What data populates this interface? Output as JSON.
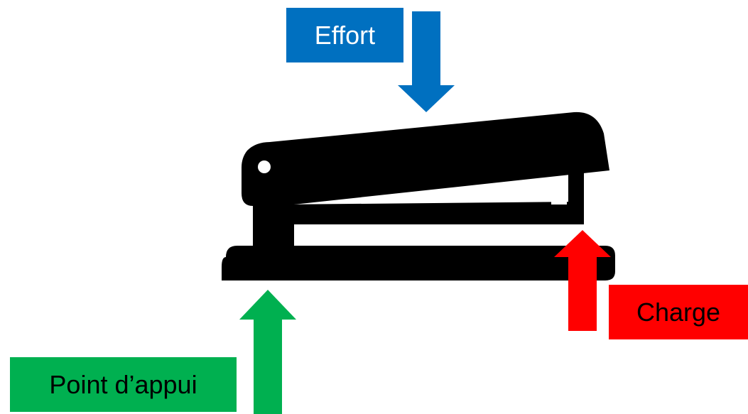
{
  "diagram": {
    "object_icon": "stapler-icon",
    "labels": {
      "effort": "Effort",
      "charge": "Charge",
      "fulcrum": "Point d’appui"
    },
    "colors": {
      "effort": "#0070c0",
      "charge": "#ff0000",
      "fulcrum": "#00b050",
      "stapler": "#000000",
      "background": "#ffffff"
    }
  }
}
